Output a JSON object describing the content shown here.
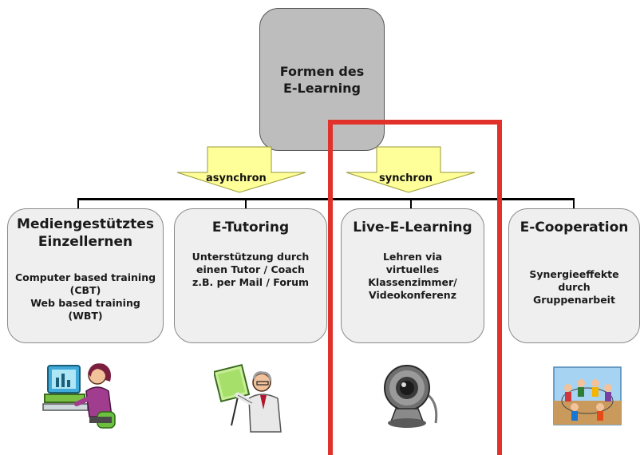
{
  "root": {
    "line1": "Formen des",
    "line2": "E-Learning"
  },
  "arrows": {
    "left_label": "asynchron",
    "right_label": "synchron"
  },
  "cards": [
    {
      "title_lines": [
        "Mediengestütztes",
        "Einzellernen"
      ],
      "text_lines": [
        "Computer based training",
        "(CBT)",
        "Web based training",
        "(WBT)"
      ],
      "icon": "person-at-computer-icon"
    },
    {
      "title_lines": [
        "E-Tutoring"
      ],
      "text_lines": [
        "Unterstützung durch",
        "einen Tutor / Coach",
        "z.B. per Mail / Forum"
      ],
      "icon": "tutor-presenting-icon"
    },
    {
      "title_lines": [
        "Live-E-Learning"
      ],
      "text_lines": [
        "Lehren via",
        "virtuelles",
        "Klassenzimmer/",
        "Videokonferenz"
      ],
      "icon": "webcam-icon"
    },
    {
      "title_lines": [
        "E-Cooperation"
      ],
      "text_lines": [
        "Synergieeffekte",
        "durch",
        "Gruppenarbeit"
      ],
      "icon": "group-circle-icon"
    }
  ],
  "colors": {
    "root_fill": "#bdbdbd",
    "card_fill": "#efefef",
    "arrow_fill": "#ffff99",
    "highlight": "#e0322a"
  }
}
